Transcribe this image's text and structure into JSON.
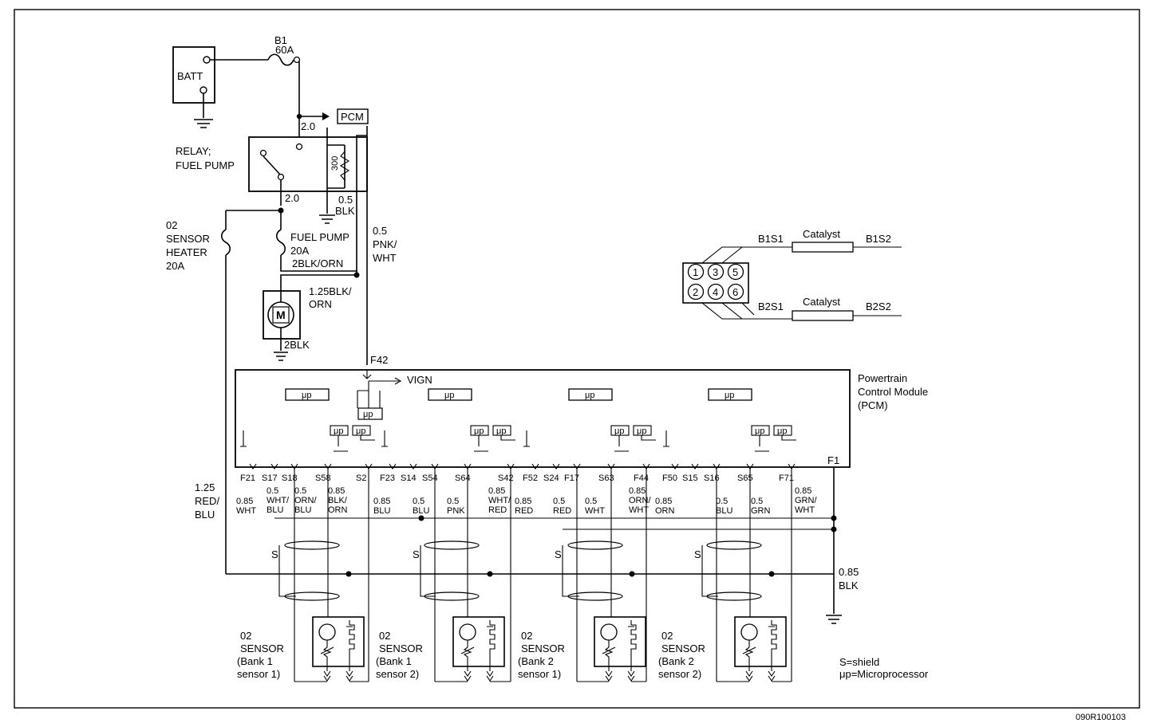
{
  "battery": {
    "label": "BATT"
  },
  "fuse_b1": {
    "id": "B1",
    "rating": "60A"
  },
  "pcm_tag": "PCM",
  "wire_2_0_top": "2.0",
  "relay": {
    "line1": "RELAY;",
    "line2": "FUEL PUMP",
    "resistor": "300",
    "out_wire": "2.0",
    "gnd_size": "0.5",
    "gnd_color": "BLK"
  },
  "o2_heater_fuse": {
    "line1": "02",
    "line2": "SENSOR",
    "line3": "HEATER",
    "line4": "20A"
  },
  "fuel_pump_fuse": {
    "line1": "FUEL PUMP",
    "line2": "20A",
    "line3": "2BLK/ORN"
  },
  "pump_feed": {
    "line1": "0.5",
    "line2": "PNK/",
    "line3": "WHT"
  },
  "motor": {
    "symbol": "M",
    "wire_line1": "1.25BLK/",
    "wire_line2": "ORN",
    "gnd": "2BLK"
  },
  "pcm": {
    "terminal_in": "F42",
    "vign": "VIGN",
    "up": "μp",
    "name_line1": "Powertrain",
    "name_line2": "Control Module",
    "name_line3": "(PCM)",
    "ground_pin": "F1"
  },
  "pins": [
    "F21",
    "S17",
    "S18",
    "S58",
    "S2",
    "F23",
    "S14",
    "S54",
    "S64",
    "S42",
    "F52",
    "S24",
    "F17",
    "S63",
    "F44",
    "F50",
    "S15",
    "S16",
    "S65",
    "F71"
  ],
  "wire_labels": [
    {
      "l1": "0.85",
      "l2": "WHT"
    },
    {
      "l1": "0.5",
      "l2": "WHT/",
      "l3": "BLU"
    },
    {
      "l1": "0.5",
      "l2": "ORN/",
      "l3": "BLU"
    },
    {
      "l1": "0.85",
      "l2": "BLK/",
      "l3": "ORN"
    },
    {
      "l1": "0.85",
      "l2": "BLU"
    },
    {
      "l1": "0.5",
      "l2": "BLU"
    },
    {
      "l1": "0.5",
      "l2": "PNK"
    },
    {
      "l1": "0.85",
      "l2": "WHT/",
      "l3": "RED"
    },
    {
      "l1": "0.85",
      "l2": "RED"
    },
    {
      "l1": "0.5",
      "l2": "RED"
    },
    {
      "l1": "0.5",
      "l2": "WHT"
    },
    {
      "l1": "0.85",
      "l2": "ORN/",
      "l3": "WHT"
    },
    {
      "l1": "0.85",
      "l2": "ORN"
    },
    {
      "l1": "0.5",
      "l2": "BLU"
    },
    {
      "l1": "0.5",
      "l2": "GRN"
    },
    {
      "l1": "0.85",
      "l2": "GRN/",
      "l3": "WHT"
    }
  ],
  "red_blu": {
    "line1": "1.25",
    "line2": "RED/",
    "line3": "BLU"
  },
  "ground_blk": {
    "line1": "0.85",
    "line2": "BLK"
  },
  "shield_letter": "S",
  "sensors": [
    {
      "l1": "02",
      "l2": "SENSOR",
      "l3": "(Bank 1",
      "l4": "sensor 1)"
    },
    {
      "l1": "02",
      "l2": "SENSOR",
      "l3": "(Bank 1",
      "l4": "sensor 2)"
    },
    {
      "l1": "02",
      "l2": "SENSOR",
      "l3": "(Bank 2",
      "l4": "sensor 1)"
    },
    {
      "l1": "02",
      "l2": "SENSOR",
      "l3": "(Bank 2",
      "l4": "sensor 2)"
    }
  ],
  "legend": {
    "shield": "S=shield",
    "micro": "μp=Microprocessor"
  },
  "engine": {
    "cylinders": [
      "1",
      "3",
      "5",
      "2",
      "4",
      "6"
    ],
    "b1s1": "B1S1",
    "b1s2": "B1S2",
    "b2s1": "B2S1",
    "b2s2": "B2S2",
    "catalyst": "Catalyst"
  },
  "doc_code": "090R100103"
}
